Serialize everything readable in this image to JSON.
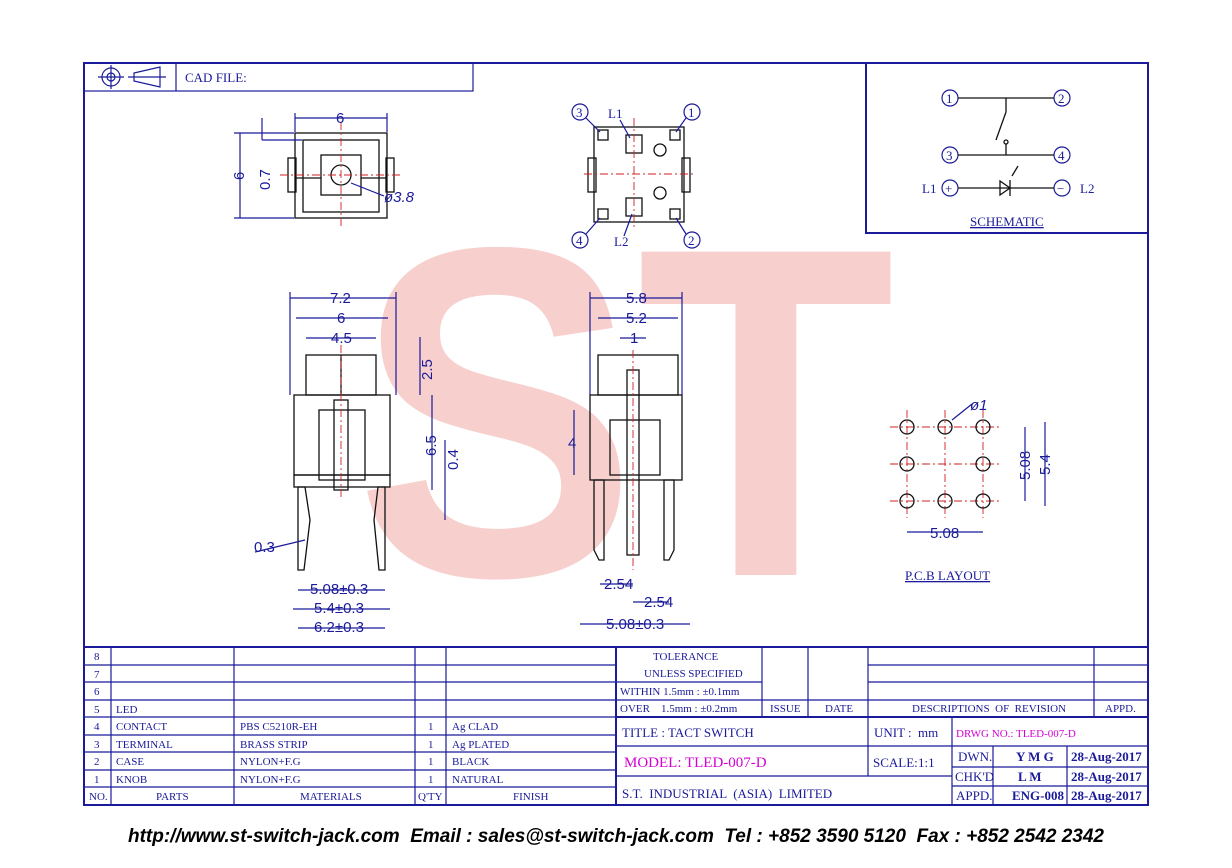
{
  "header": {
    "cad_label": "CAD FILE:"
  },
  "watermark": {
    "text": "ST"
  },
  "top_view": {
    "width": "6",
    "height": "6",
    "offset": "0.7",
    "hole": "ø3.8"
  },
  "bottom_view": {
    "pins": {
      "p1": "1",
      "p2": "2",
      "p3": "3",
      "p4": "4"
    },
    "l1": "L1",
    "l2": "L2"
  },
  "side_view_left": {
    "d_72": "7.2",
    "d_6": "6",
    "d_45": "4.5",
    "d_25": "2.5",
    "d_65": "6.5",
    "d_04": "0.4",
    "d_03": "0.3",
    "d_508": "5.08±0.3",
    "d_54": "5.4±0.3",
    "d_62": "6.2±0.3"
  },
  "side_view_right": {
    "d_58": "5.8",
    "d_52": "5.2",
    "d_1": "1",
    "d_4": "4",
    "d_254a": "2.54",
    "d_254b": "2.54",
    "d_508": "5.08±0.3"
  },
  "schematic": {
    "title": "SCHEMATIC",
    "n1": "1",
    "n2": "2",
    "n3": "3",
    "n4": "4",
    "l1": "L1",
    "l2": "L2",
    "plus": "+",
    "minus": "−"
  },
  "pcb": {
    "title": "P.C.B LAYOUT",
    "d_hole": "ø1",
    "d_508v": "5.08",
    "d_54": "5.4",
    "d_508h": "5.08"
  },
  "parts_table": {
    "headers": {
      "no": "NO.",
      "parts": "PARTS",
      "materials": "MATERIALS",
      "qty": "Q'TY",
      "finish": "FINISH"
    },
    "rows": [
      {
        "no": "8",
        "part": "",
        "material": "",
        "qty": "",
        "finish": ""
      },
      {
        "no": "7",
        "part": "",
        "material": "",
        "qty": "",
        "finish": ""
      },
      {
        "no": "6",
        "part": "",
        "material": "",
        "qty": "",
        "finish": ""
      },
      {
        "no": "5",
        "part": "LED",
        "material": "",
        "qty": "",
        "finish": ""
      },
      {
        "no": "4",
        "part": "CONTACT",
        "material": "PBS C5210R-EH",
        "qty": "1",
        "finish": "Ag CLAD"
      },
      {
        "no": "3",
        "part": "TERMINAL",
        "material": "BRASS STRIP",
        "qty": "1",
        "finish": "Ag PLATED"
      },
      {
        "no": "2",
        "part": "CASE",
        "material": "NYLON+F.G",
        "qty": "1",
        "finish": "BLACK"
      },
      {
        "no": "1",
        "part": "KNOB",
        "material": "NYLON+F.G",
        "qty": "1",
        "finish": "NATURAL"
      }
    ]
  },
  "tolerance": {
    "title": "TOLERANCE",
    "subtitle": "UNLESS  SPECIFIED",
    "within": "WITHIN  1.5mm : ±0.1mm",
    "over": "OVER    1.5mm : ±0.2mm"
  },
  "revision": {
    "issue": "ISSUE",
    "date": "DATE",
    "desc": "DESCRIPTIONS  OF  REVISION",
    "appd": "APPD."
  },
  "title_block": {
    "title": "TITLE : TACT SWITCH",
    "unit_label": "UNIT :",
    "unit_value": "mm",
    "drwg_no": "DRWG NO.: TLED-007-D",
    "model": "MODEL: TLED-007-D",
    "scale_label": "SCALE:",
    "scale_value": "1:1",
    "company": "S.T.  INDUSTRIAL  (ASIA)  LIMITED",
    "dwn_label": "DWN.",
    "dwn_value": "Y M G",
    "dwn_date": "28-Aug-2017",
    "chkd_label": "CHK'D",
    "chkd_value": "L M",
    "chkd_date": "28-Aug-2017",
    "appd_label": "APPD.",
    "appd_value": "ENG-008",
    "appd_date": "28-Aug-2017"
  },
  "footer": {
    "text": "http://www.st-switch-jack.com  Email : sales@st-switch-jack.com  Tel : +852 3590 5120  Fax : +852 2542 2342"
  }
}
